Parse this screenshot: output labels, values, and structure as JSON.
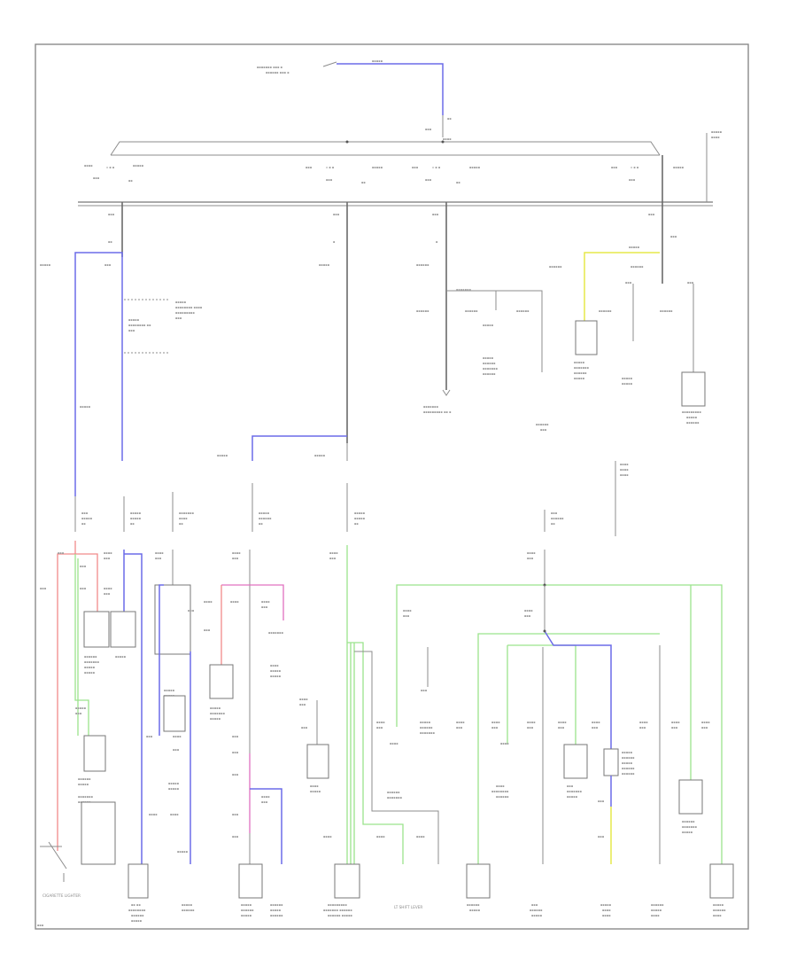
{
  "diagram": {
    "width": 900,
    "height": 1100,
    "labels": {
      "bottom_left_component": "CIGARETTE LIGHTER",
      "bottom_center_component": "LT SHIFT LEVER"
    },
    "colors": {
      "frame": "#8a8a8a",
      "wire": "#8c8c8c",
      "blue_wire": "#6b6be8",
      "red_wire": "#f08a8a",
      "green_wire": "#9be38c",
      "yellow_wire": "#e6e84a",
      "pink_wire": "#e070c0"
    }
  }
}
